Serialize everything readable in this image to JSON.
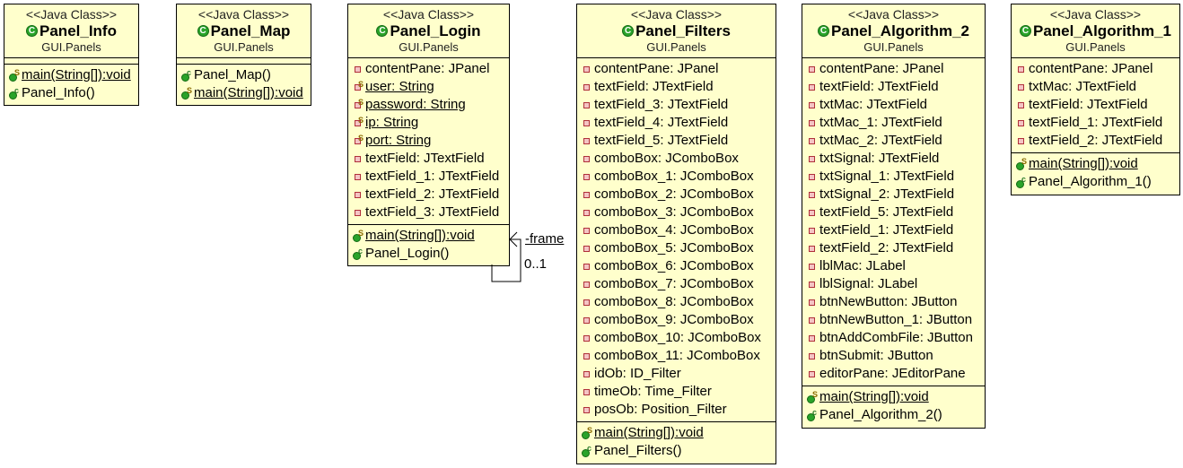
{
  "stereotype": "<<Java Class>>",
  "package": "GUI.Panels",
  "classes": {
    "panel_info": {
      "name": "Panel_Info",
      "fields": [],
      "methods": [
        "main(String[]):void",
        "Panel_Info()"
      ]
    },
    "panel_map": {
      "name": "Panel_Map",
      "fields": [],
      "methods": [
        "Panel_Map()",
        "main(String[]):void"
      ]
    },
    "panel_login": {
      "name": "Panel_Login",
      "fields": [
        "contentPane: JPanel",
        "user: String",
        "password: String",
        "ip: String",
        "port: String",
        "textField: JTextField",
        "textField_1: JTextField",
        "textField_2: JTextField",
        "textField_3: JTextField"
      ],
      "methods": [
        "main(String[]):void",
        "Panel_Login()"
      ]
    },
    "panel_filters": {
      "name": "Panel_Filters",
      "fields": [
        "contentPane: JPanel",
        "textField: JTextField",
        "textField_3: JTextField",
        "textField_4: JTextField",
        "textField_5: JTextField",
        "comboBox: JComboBox",
        "comboBox_1: JComboBox",
        "comboBox_2: JComboBox",
        "comboBox_3: JComboBox",
        "comboBox_4: JComboBox",
        "comboBox_5: JComboBox",
        "comboBox_6: JComboBox",
        "comboBox_7: JComboBox",
        "comboBox_8: JComboBox",
        "comboBox_9: JComboBox",
        "comboBox_10: JComboBox",
        "comboBox_11: JComboBox",
        "idOb: ID_Filter",
        "timeOb: Time_Filter",
        "posOb: Position_Filter"
      ],
      "methods": [
        "main(String[]):void",
        "Panel_Filters()"
      ]
    },
    "panel_algorithm_2": {
      "name": "Panel_Algorithm_2",
      "fields": [
        "contentPane: JPanel",
        "textField: JTextField",
        "txtMac: JTextField",
        "txtMac_1: JTextField",
        "txtMac_2: JTextField",
        "txtSignal: JTextField",
        "txtSignal_1: JTextField",
        "txtSignal_2: JTextField",
        "textField_5: JTextField",
        "textField_1: JTextField",
        "textField_2: JTextField",
        "lblMac: JLabel",
        "lblSignal: JLabel",
        "btnNewButton: JButton",
        "btnNewButton_1: JButton",
        "btnAddCombFile: JButton",
        "btnSubmit: JButton",
        "editorPane: JEditorPane"
      ],
      "methods": [
        "main(String[]):void",
        "Panel_Algorithm_2()"
      ]
    },
    "panel_algorithm_1": {
      "name": "Panel_Algorithm_1",
      "fields": [
        "contentPane: JPanel",
        "txtMac: JTextField",
        "textField: JTextField",
        "textField_1: JTextField",
        "textField_2: JTextField"
      ],
      "methods": [
        "main(String[]):void",
        "Panel_Algorithm_1()"
      ]
    }
  },
  "association": {
    "role": "-frame",
    "multiplicity": "0..1"
  }
}
